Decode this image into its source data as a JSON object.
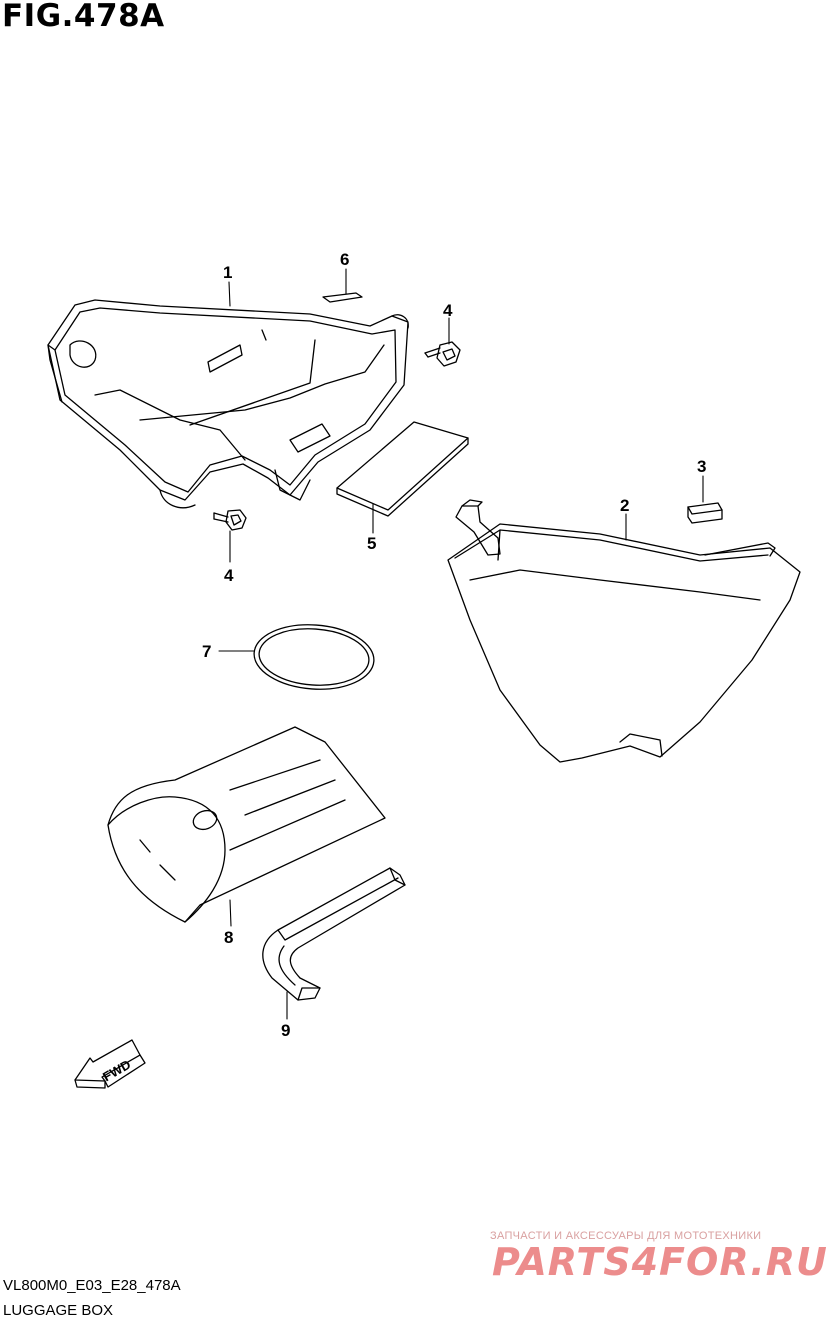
{
  "figure": {
    "title": "FIG.478A",
    "code": "VL800M0_E03_E28_478A",
    "section": "LUGGAGE BOX"
  },
  "callouts": [
    "1",
    "2",
    "3",
    "4",
    "4",
    "5",
    "6",
    "7",
    "8",
    "9"
  ],
  "direction_arrow": {
    "label": "FWD"
  },
  "watermark": {
    "line1": "ЗАПЧАСТИ И АКСЕССУАРЫ ДЛЯ МОТОТЕХНИКИ",
    "line2": "PARTS4FOR.RU",
    "color": "#ec8c8c"
  }
}
